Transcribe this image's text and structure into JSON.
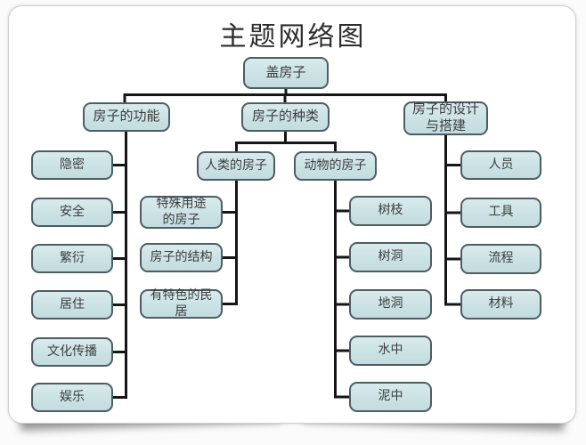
{
  "title": "主题网络图",
  "diagram": {
    "type": "tree",
    "root": {
      "label": "盖房子"
    },
    "branches": [
      {
        "label": "房子的功能",
        "children": [
          {
            "label": "隐密"
          },
          {
            "label": "安全"
          },
          {
            "label": "繁衍"
          },
          {
            "label": "居住"
          },
          {
            "label": "文化传播"
          },
          {
            "label": "娱乐"
          }
        ]
      },
      {
        "label": "房子的种类",
        "children": [
          {
            "label": "人类的房子",
            "children": [
              {
                "label": "特殊用途\n的房子"
              },
              {
                "label": "房子的结构"
              },
              {
                "label": "有特色的民居"
              }
            ]
          },
          {
            "label": "动物的房子",
            "children": [
              {
                "label": "树枝"
              },
              {
                "label": "树洞"
              },
              {
                "label": "地洞"
              },
              {
                "label": "水中"
              },
              {
                "label": "泥中"
              }
            ]
          }
        ]
      },
      {
        "label": "房子的设计\n与搭建",
        "children": [
          {
            "label": "人员"
          },
          {
            "label": "工具"
          },
          {
            "label": "流程"
          },
          {
            "label": "材料"
          }
        ]
      }
    ],
    "colors": {
      "node_fill": "#cbe2e4",
      "node_border": "#4c5d64",
      "connector_line": "#161616",
      "text": "#3c3c3c",
      "paper": "#ffffff"
    }
  }
}
